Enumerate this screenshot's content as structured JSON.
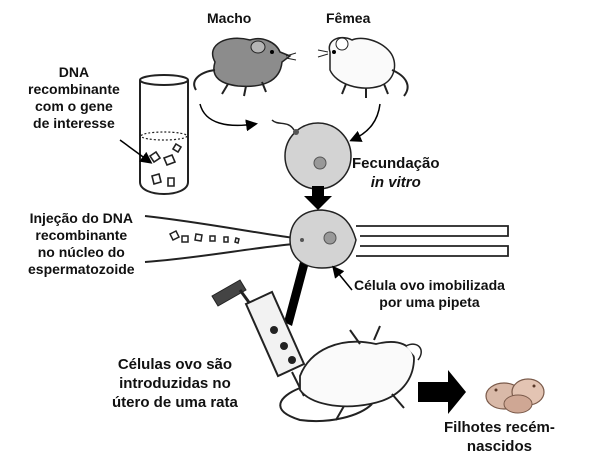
{
  "labels": {
    "male": "Macho",
    "female": "Fêmea",
    "dna": [
      "DNA",
      "recombinante",
      "com o gene",
      "de interesse"
    ],
    "fertilization": "Fecundação",
    "in_vitro": "in vitro",
    "injection": [
      "Injeção do DNA",
      "recombinante",
      "no núcleo do",
      "espermatozoide"
    ],
    "egg_cell": [
      "Célula ovo imobilizada",
      "por uma pipeta"
    ],
    "implant": [
      "Células ovo são",
      "introduzidas no",
      "útero de uma rata"
    ],
    "offspring": [
      "Filhotes recém-",
      "nascidos"
    ]
  },
  "icons": {
    "male_rat": "rat-icon",
    "female_rat": "rat-icon",
    "test_tube": "test-tube-icon",
    "egg_cell": "egg-cell-icon",
    "micropipette": "micropipette-icon",
    "holding_pipette": "pipette-icon",
    "syringe": "syringe-icon",
    "pregnant_rat": "rat-icon",
    "baby_rats": "baby-rats-icon"
  },
  "colors": {
    "egg_fill": "#d3d3d3",
    "male_fur": "#8c8c8c",
    "arrow": "#000000"
  }
}
